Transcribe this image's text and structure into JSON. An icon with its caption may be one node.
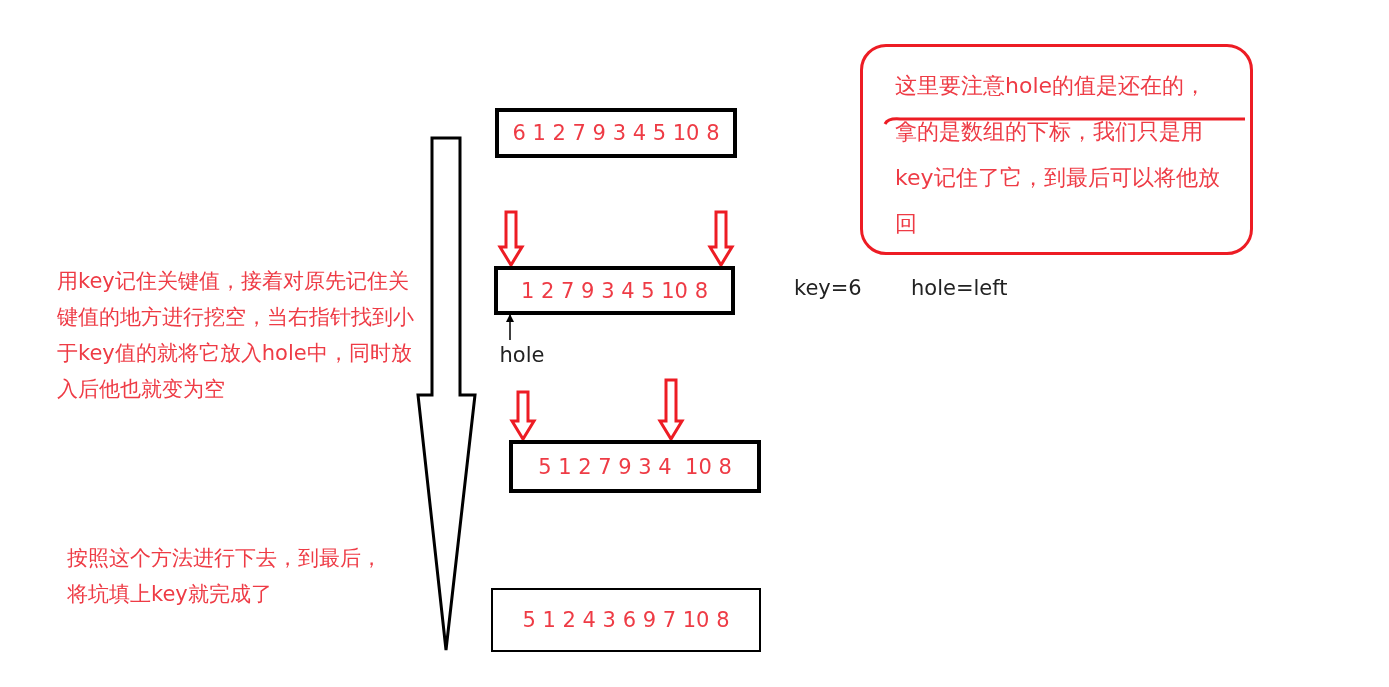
{
  "diagram": {
    "nodes": [
      {
        "text": [
          "6 1 2 7 9 3 4 5 10 8"
        ]
      },
      {
        "text": [
          "1 2 7 9 3 4 5 10 8"
        ]
      },
      {
        "text": [
          "5 1 2 7 9 3 4  10 8"
        ]
      },
      {
        "text": [
          "5 1 2 4 3 6 9 7 10 8"
        ]
      },
      {
        "text": [
          "这里要注意hole的值是还在的，拿的是数组的下标，我们只是用key记住了它，到最后可以将他放回"
        ]
      },
      {
        "text": [
          "hole"
        ]
      }
    ],
    "edges": [
      {
        "from": null,
        "to": 1,
        "arrow": "to",
        "color": "#ed1c24"
      },
      {
        "from": null,
        "to": 1,
        "arrow": "to",
        "color": "#ed1c24"
      },
      {
        "from": 5,
        "to": 1,
        "arrow": "to"
      },
      {
        "from": null,
        "to": 2,
        "arrow": "to",
        "color": "#ed1c24"
      },
      {
        "from": null,
        "to": 2,
        "arrow": "to",
        "color": "#ed1c24"
      }
    ],
    "labels": [
      "用key记住关键值，接着对原先记住关键值的地方进行挖空，当右指针找到小于key值的就将它放入hole中，同时放入后他也就变为空",
      "按照这个方法进行下去，到最后，将坑填上key就完成了",
      "key=6",
      "hole=left"
    ]
  }
}
